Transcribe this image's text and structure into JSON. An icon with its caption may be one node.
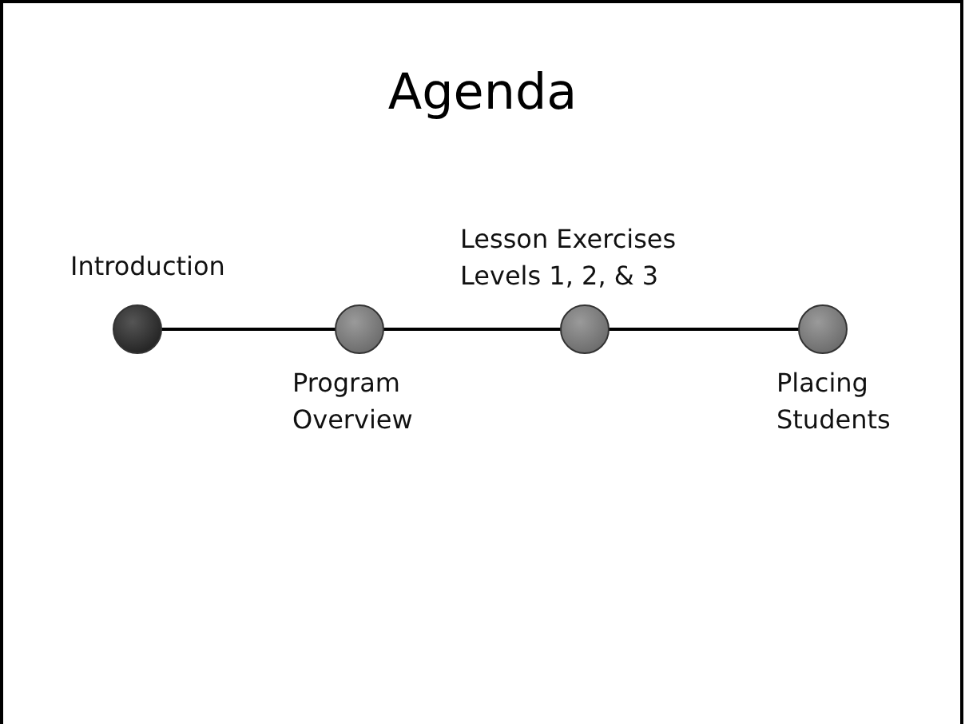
{
  "diagram": {
    "title": "Agenda",
    "nodes": [
      {
        "text": [],
        "shape": "circle",
        "beside": [
          "Introduction"
        ]
      },
      {
        "text": [],
        "shape": "circle",
        "beside": [
          "Program Overview"
        ]
      },
      {
        "text": [],
        "shape": "circle",
        "beside": [
          "Lesson Exercises Levels 1, 2, & 3"
        ]
      },
      {
        "text": [],
        "shape": "circle",
        "beside": [
          "Placing Students"
        ]
      }
    ],
    "edges": [
      {
        "from": 0,
        "to": 1,
        "arrow": "none"
      },
      {
        "from": 1,
        "to": 2,
        "arrow": "none"
      },
      {
        "from": 2,
        "to": 3,
        "arrow": "none"
      }
    ]
  }
}
